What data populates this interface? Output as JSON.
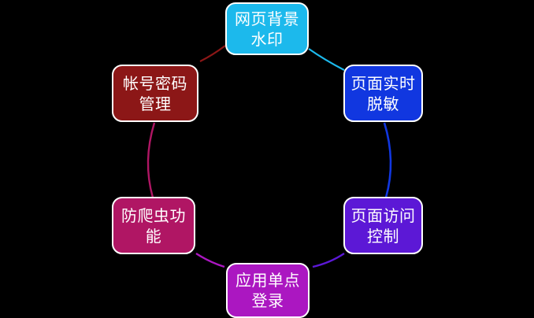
{
  "diagram": {
    "type": "cycle",
    "background_color": "#000000",
    "node_border_color": "#ffffff",
    "node_text_color": "#ffffff",
    "nodes": [
      {
        "id": "web-background-watermark",
        "label": "网页背景\n水印",
        "color": "#1cb9ec",
        "position": "top"
      },
      {
        "id": "page-realtime-masking",
        "label": "页面实时\n脱敏",
        "color": "#1137e0",
        "position": "top-right"
      },
      {
        "id": "page-access-control",
        "label": "页面访问\n控制",
        "color": "#5c18d6",
        "position": "bottom-right"
      },
      {
        "id": "app-single-sign-on",
        "label": "应用单点\n登录",
        "color": "#ab17c1",
        "position": "bottom"
      },
      {
        "id": "anti-crawler",
        "label": "防爬虫功\n能",
        "color": "#b01664",
        "position": "bottom-left"
      },
      {
        "id": "account-password-management",
        "label": "帐号密码\n管理",
        "color": "#8c1717",
        "position": "top-left"
      }
    ],
    "connectors": [
      {
        "id": "connector-watermark-to-masking",
        "color": "#1cb9ec",
        "from": "web-background-watermark",
        "to": "page-realtime-masking"
      },
      {
        "id": "connector-masking-to-access",
        "color": "#1137e0",
        "from": "page-realtime-masking",
        "to": "page-access-control"
      },
      {
        "id": "connector-access-to-sso",
        "color": "#5c18d6",
        "from": "page-access-control",
        "to": "app-single-sign-on"
      },
      {
        "id": "connector-sso-to-crawler",
        "color": "#ab17c1",
        "from": "app-single-sign-on",
        "to": "anti-crawler"
      },
      {
        "id": "connector-crawler-to-account",
        "color": "#b01664",
        "from": "anti-crawler",
        "to": "account-password-management"
      },
      {
        "id": "connector-account-to-watermark",
        "color": "#8c1717",
        "from": "account-password-management",
        "to": "web-background-watermark"
      }
    ]
  }
}
